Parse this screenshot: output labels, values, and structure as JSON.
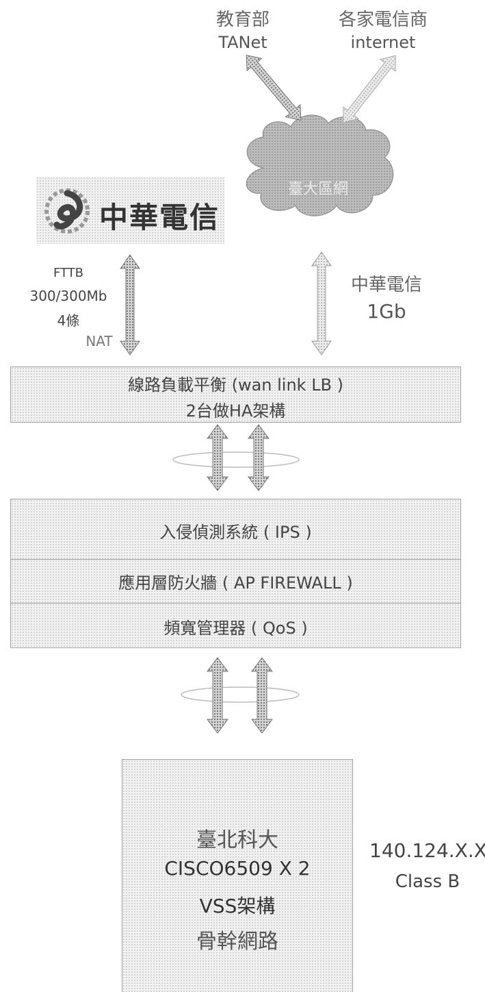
{
  "top": {
    "moe_title": "教育部",
    "moe_net": "TANet",
    "isp_title": "各家電信商",
    "isp_net": "internet",
    "cloud_label": "臺大區網"
  },
  "cht": {
    "logo_text": "中華電信",
    "fttb": "FTTB",
    "speed": "300/300Mb",
    "lines": "4條",
    "nat": "NAT"
  },
  "uplink": {
    "provider": "中華電信",
    "bandwidth": "1Gb"
  },
  "wan_lb": {
    "line1": "線路負載平衡 (wan link LB )",
    "line2": "2台做HA架構"
  },
  "security": {
    "ips": "入侵偵測系統 ( IPS  )",
    "firewall": "應用層防火牆 ( AP FIREWALL )",
    "qos": "頻寬管理器 ( QoS )"
  },
  "core": {
    "line1": "臺北科大",
    "line2": "CISCO6509 X 2",
    "line3": "VSS架構",
    "line4": "骨幹網路"
  },
  "ip": {
    "range": "140.124.X.X",
    "class": "Class B"
  }
}
